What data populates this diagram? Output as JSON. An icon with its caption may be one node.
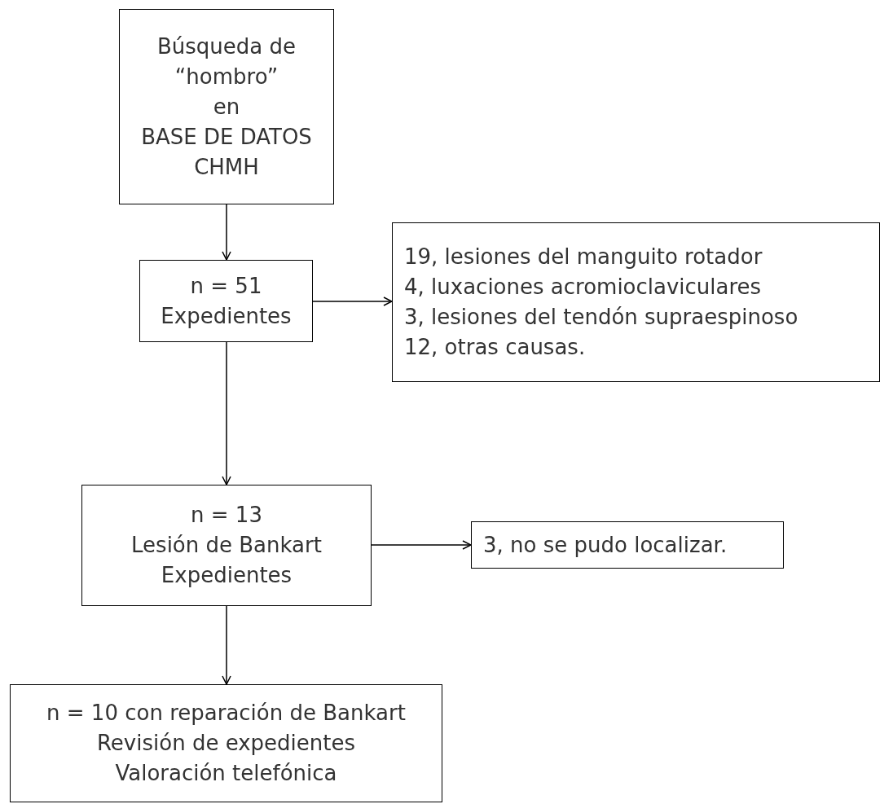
{
  "diagram": {
    "nodes": [
      {
        "text": [
          "Búsqueda de",
          "“hombro”",
          "en",
          "BASE DE DATOS",
          "CHMH"
        ]
      },
      {
        "text": [
          "n = 51",
          "Expedientes"
        ]
      },
      {
        "text": [
          "19, lesiones del manguito rotador",
          "4, luxaciones acromioclaviculares",
          "3, lesiones del tendón supraespinoso",
          "12, otras causas."
        ]
      },
      {
        "text": [
          "n = 13",
          "Lesión de Bankart",
          "Expedientes"
        ]
      },
      {
        "text": [
          "3, no se pudo localizar."
        ]
      },
      {
        "text": [
          "n = 10 con reparación de Bankart",
          "Revisión de expedientes",
          "Valoración telefónica"
        ]
      }
    ],
    "edges": [
      {
        "from": 0,
        "to": 1,
        "arrow": "to"
      },
      {
        "from": 1,
        "to": 2,
        "arrow": "to"
      },
      {
        "from": 1,
        "to": 3,
        "arrow": "to"
      },
      {
        "from": 3,
        "to": 4,
        "arrow": "to"
      },
      {
        "from": 3,
        "to": 5,
        "arrow": "to"
      }
    ]
  }
}
